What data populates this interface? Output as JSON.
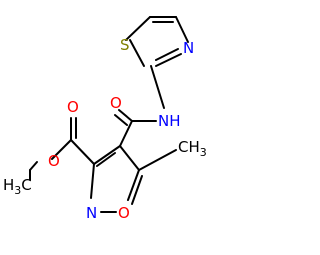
{
  "molecule": {
    "atoms": {
      "S": "S",
      "N_thiazole": "N",
      "NH": "NH",
      "O_amide": "O",
      "O_ester_carbonyl": "O",
      "O_ester": "O",
      "N_isoxazole": "N",
      "O_isoxazole": "O",
      "methyl_ethyl": "H3C",
      "methyl_ring": "CH3"
    },
    "colors": {
      "bond": "#000000",
      "O": "#ff0000",
      "N": "#0000ff",
      "S": "#808000",
      "C": "#000000"
    }
  }
}
